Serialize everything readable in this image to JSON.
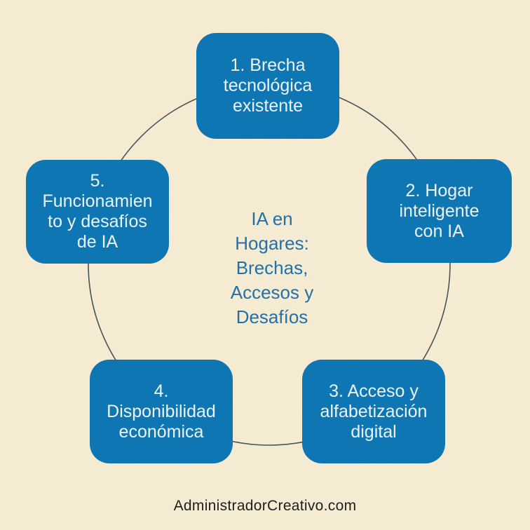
{
  "diagram": {
    "center_title": "IA en\nHogares:\nBrechas,\nAccesos y\nDesafíos",
    "nodes": [
      {
        "label": "1. Brecha\ntecnológica\nexistente"
      },
      {
        "label": "2. Hogar\ninteligente\ncon IA"
      },
      {
        "label": "3. Acceso y\nalfabetización\ndigital"
      },
      {
        "label": "4.\nDisponibilidad\neconómica"
      },
      {
        "label": "5.\nFuncionamien\nto y desafíos\nde IA"
      }
    ],
    "footer": "AdministradorCreativo.com"
  },
  "colors": {
    "background": "#f5ecd3",
    "box": "#0f76b4",
    "box_text": "#ecf3f9",
    "center_text": "#2271aa",
    "ring": "#46555c",
    "footer_text": "#1e1e1e"
  }
}
